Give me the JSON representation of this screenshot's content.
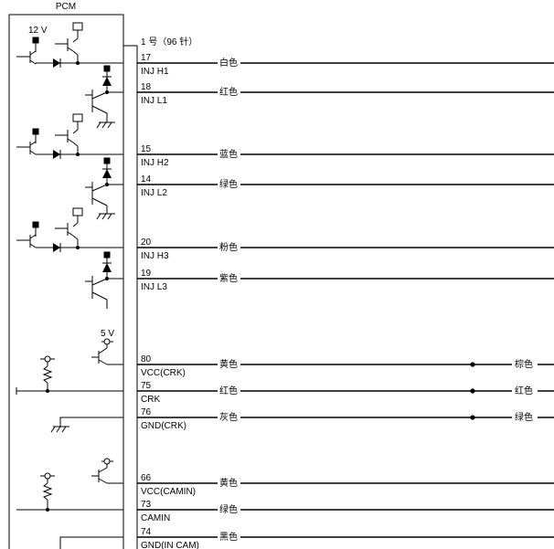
{
  "module_label": "PCM",
  "connector_label": "1 号（96 针）",
  "voltage_12v": "12 V",
  "voltage_5v": "5 V",
  "rows": [
    {
      "pin": "17",
      "signal": "INJ H1",
      "color": "白色",
      "right_color": ""
    },
    {
      "pin": "18",
      "signal": "INJ L1",
      "color": "红色",
      "right_color": ""
    },
    {
      "pin": "15",
      "signal": "INJ H2",
      "color": "蓝色",
      "right_color": ""
    },
    {
      "pin": "14",
      "signal": "INJ L2",
      "color": "绿色",
      "right_color": ""
    },
    {
      "pin": "20",
      "signal": "INJ H3",
      "color": "粉色",
      "right_color": ""
    },
    {
      "pin": "19",
      "signal": "INJ L3",
      "color": "紫色",
      "right_color": ""
    },
    {
      "pin": "80",
      "signal": "VCC(CRK)",
      "color": "黄色",
      "right_color": "棕色"
    },
    {
      "pin": "75",
      "signal": "CRK",
      "color": "红色",
      "right_color": "红色"
    },
    {
      "pin": "76",
      "signal": "GND(CRK)",
      "color": "灰色",
      "right_color": "绿色"
    },
    {
      "pin": "66",
      "signal": "VCC(CAMIN)",
      "color": "黄色",
      "right_color": ""
    },
    {
      "pin": "73",
      "signal": "CAMIN",
      "color": "绿色",
      "right_color": ""
    },
    {
      "pin": "74",
      "signal": "GND(IN CAM)",
      "color": "黑色",
      "right_color": ""
    }
  ]
}
